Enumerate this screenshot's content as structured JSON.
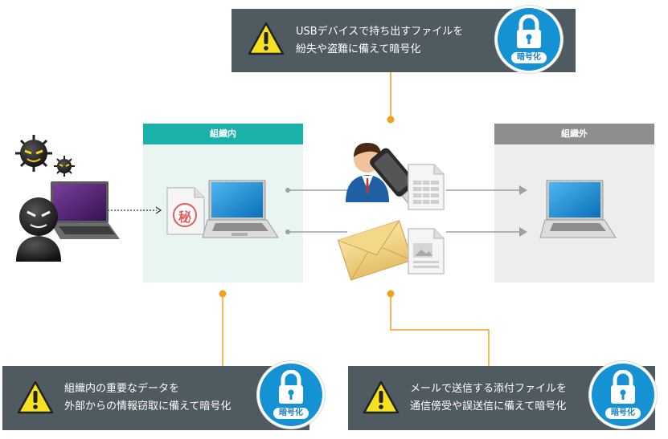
{
  "callouts": {
    "top": {
      "line1": "USBデバイスで持ち出すファイルを",
      "line2": "紛失や盗難に備えて暗号化"
    },
    "bottom_left": {
      "line1": "組織内の重要なデータを",
      "line2": "外部からの情報窃取に備えて暗号化"
    },
    "bottom_right": {
      "line1": "メールで送信する添付ファイルを",
      "line2": "通信傍受や誤送信に備えて暗号化"
    }
  },
  "lock_label": "暗号化",
  "zones": {
    "inside": "組織内",
    "outside": "組織外"
  },
  "secret_mark": "秘",
  "colors": {
    "callout_bg": "#505a61",
    "inside_header": "#1bb1ab",
    "inside_bg": "#e8f5f3",
    "outside_header": "#8e8e8e",
    "outside_bg": "#ededed",
    "connector": "#f5a11c",
    "lock_blue": "#1592d4",
    "warning_yellow": "#f5e11f",
    "screen_blue": "#2a9ae0"
  },
  "icons": [
    "warning-icon",
    "lock-icon",
    "hacker-icon",
    "virus-icon",
    "laptop-icon",
    "user-icon",
    "usb-drive-icon",
    "envelope-icon",
    "spreadsheet-document-icon",
    "image-document-icon",
    "confidential-document-icon",
    "arrow-icon"
  ]
}
